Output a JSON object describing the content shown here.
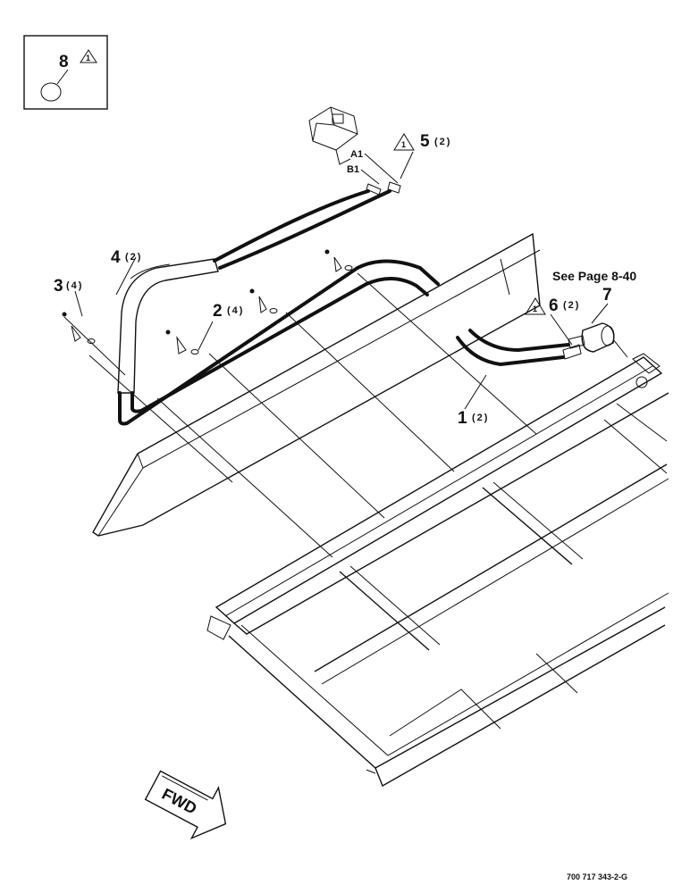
{
  "callouts": {
    "c1": {
      "num": "1",
      "qty": "(2)"
    },
    "c2": {
      "num": "2",
      "qty": "(4)"
    },
    "c3": {
      "num": "3",
      "qty": "(4)"
    },
    "c4": {
      "num": "4",
      "qty": "(2)"
    },
    "c5": {
      "num": "5",
      "qty": "(2)"
    },
    "c6": {
      "num": "6",
      "qty": "(2)"
    },
    "c7": {
      "num": "7"
    },
    "c8": {
      "num": "8"
    }
  },
  "revision_mark": "1",
  "port_labels": {
    "a1": "A1",
    "b1": "B1"
  },
  "see_page_note": "See Page 8-40",
  "fwd_label": "FWD",
  "figure_number": "700 717 343-2-G"
}
